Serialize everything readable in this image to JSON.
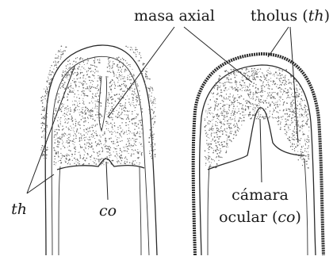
{
  "labels": {
    "masa_axial": "masa axial",
    "tholus_word": "tholus (",
    "tholus_abbr": "th",
    "tholus_close": ")",
    "th": "th",
    "co": "co",
    "camara_line1": "cámara",
    "camara_word": "ocular (",
    "camara_abbr": "co",
    "camara_close": ")"
  },
  "colors": {
    "ink": "#1a1a1a",
    "stipple": "#6a6a6a",
    "tholus_thick": "#2b2b2b"
  }
}
